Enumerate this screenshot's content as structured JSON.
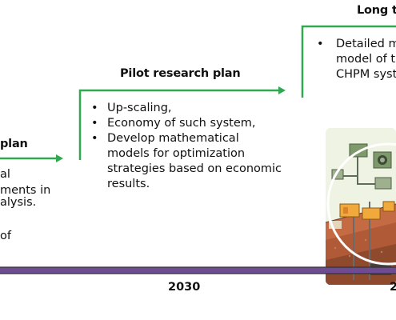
{
  "colors": {
    "arrow": "#2fa84f",
    "timeline": "#6f4b93",
    "timeline_edge": "#333333"
  },
  "phase_left": {
    "title_fragment": "plan",
    "line_fragments": [
      "al",
      "ments in",
      "alysis.",
      "of"
    ]
  },
  "phase_pilot": {
    "title": "Pilot research plan",
    "bullets": [
      "Up-scaling,",
      "Economy of such system,",
      "Develop mathematical models for optimization strategies based on economic results."
    ]
  },
  "phase_long_term": {
    "title_fragment": "Long te",
    "bullet_lines": [
      "Detailed ma",
      "model of th",
      "CHPM syste"
    ]
  },
  "timeline": {
    "year_label": "2030",
    "next_year_fragment": "2"
  },
  "illustration": {
    "icon": "chpm-system-illustration"
  }
}
